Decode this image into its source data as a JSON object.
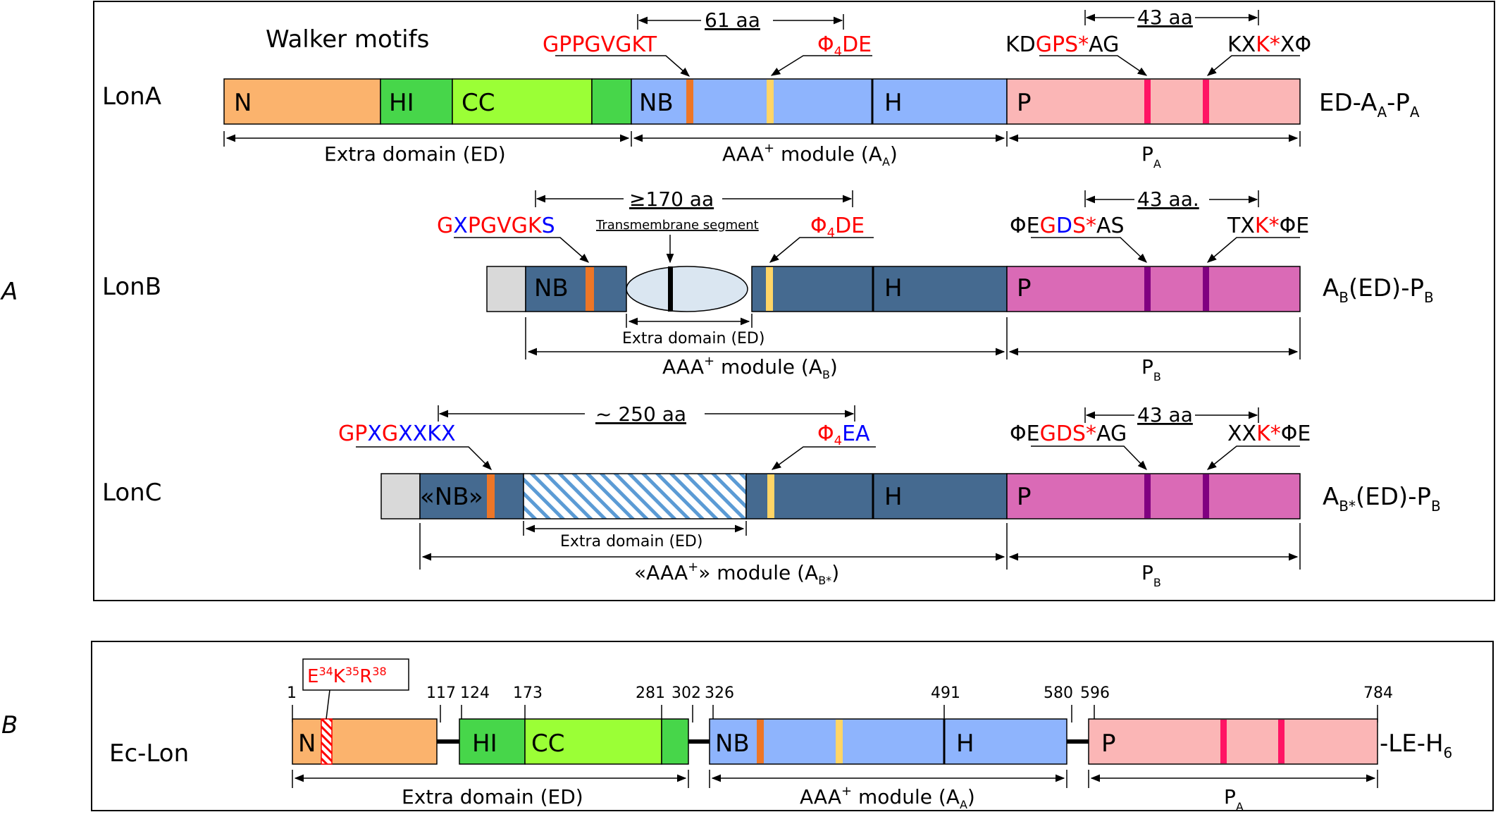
{
  "colors": {
    "lonA_N": "#fbb36d",
    "lonA_HI": "#47d64a",
    "lonA_CC": "#9bff36",
    "lonA_AAA": "#8eb4fd",
    "lonA_P": "#fbb6b6",
    "lonB_AAA": "#456a90",
    "lonB_P": "#da6ab6",
    "walkerA": "#ed7627",
    "walkerB": "#ffd566",
    "pA_mark": "#ff1464",
    "pB_mark": "#800080",
    "grey": "#d9d9d9",
    "ellipse": "#dae6f1",
    "motif_red": "#ff0000",
    "motif_blue": "#0000ff"
  },
  "panel_a": {
    "letter": "A",
    "walker_title": "Walker motifs",
    "lonA": {
      "name": "LonA",
      "dom_N": "N",
      "dom_HI": "HI",
      "dom_CC": "CC",
      "dom_NB": "NB",
      "dom_H": "H",
      "dom_P": "P",
      "span_61": "61 aa",
      "span_43": "43 aa",
      "motif_A": "GPPGVGKT",
      "motif_B_phi": "Φ",
      "motif_B_sub": "4",
      "motif_B_rest": "DE",
      "pA1_a": "KD",
      "pA1_b": "GPS*",
      "pA1_c": "AG",
      "pA2_a": "KX",
      "pA2_b": "K*",
      "pA2_c": "XΦ",
      "label_ED": "Extra domain (ED)",
      "label_AAA_a": "AAA",
      "label_AAA_sup": "+",
      "label_AAA_b": " module (A",
      "label_AAA_sub": "A",
      "label_AAA_c": ")",
      "label_P": "P",
      "label_P_sub": "A",
      "formula_a": "ED-A",
      "formula_sub1": "A",
      "formula_b": "-P",
      "formula_sub2": "A"
    },
    "lonB": {
      "name": "LonB",
      "dom_NB": "NB",
      "dom_H": "H",
      "dom_P": "P",
      "span_170": "≥170 aa",
      "span_43": "43 aa.",
      "transmembrane": "Transmembrane segment",
      "motif_A_a": "G",
      "motif_A_b": "X",
      "motif_A_c": "PGVGK",
      "motif_A_d": "S",
      "motif_B_phi": "Φ",
      "motif_B_sub": "4",
      "motif_B_rest": "DE",
      "pB1_a": "ΦE",
      "pB1_b": "G",
      "pB1_c": "D",
      "pB1_d": "S",
      "pB1_e": "*",
      "pB1_f": "AS",
      "pB2_a": "TX",
      "pB2_b": "K*",
      "pB2_c": "ΦE",
      "label_ED": "Extra domain (ED)",
      "label_AAA_a": "AAA",
      "label_AAA_sup": "+",
      "label_AAA_b": " module (A",
      "label_AAA_sub": "B",
      "label_AAA_c": ")",
      "label_P": "P",
      "label_P_sub": "B",
      "formula_a": "A",
      "formula_sub1": "B",
      "formula_b": "(ED)-P",
      "formula_sub2": "B"
    },
    "lonC": {
      "name": "LonC",
      "dom_NB": "«NB»",
      "dom_H": "H",
      "dom_P": "P",
      "span_250": "~ 250 aa",
      "span_43": "43 aa",
      "motif_A_a": "GP",
      "motif_A_b": "X",
      "motif_A_c": "G",
      "motif_A_d": "XXK",
      "motif_A_e": "X",
      "motif_B_phi": "Φ",
      "motif_B_sub": "4",
      "motif_B_rest": "EA",
      "pC1_a": "ΦE",
      "pC1_b": "GDS*",
      "pC1_c": "AG",
      "pC2_a": "XX",
      "pC2_b": "K*",
      "pC2_c": "ΦE",
      "label_ED": "Extra domain (ED)",
      "label_AAA_a": "«AAA",
      "label_AAA_sup": "+",
      "label_AAA_b": "» module (A",
      "label_AAA_sub": "B*",
      "label_AAA_c": ")",
      "label_P": "P",
      "label_P_sub": "B",
      "formula_a": "A",
      "formula_sub1": "B*",
      "formula_b": "(ED)-P",
      "formula_sub2": "B"
    }
  },
  "panel_b": {
    "letter": "B",
    "name": "Ec-Lon",
    "callout_E": "E",
    "callout_E_sup": "34",
    "callout_K": "K",
    "callout_K_sup": "35",
    "callout_R": "R",
    "callout_R_sup": "38",
    "pos_1": "1",
    "pos_117": "117",
    "pos_124": "124",
    "pos_173": "173",
    "pos_281": "281",
    "pos_302": "302",
    "pos_326": "326",
    "pos_491": "491",
    "pos_580": "580",
    "pos_596": "596",
    "pos_784": "784",
    "dom_N": "N",
    "dom_HI": "HI",
    "dom_CC": "CC",
    "dom_NB": "NB",
    "dom_H": "H",
    "dom_P": "P",
    "tag_a": "-LE-H",
    "tag_sub": "6",
    "label_ED": "Extra domain (ED)",
    "label_AAA_a": "AAA",
    "label_AAA_sup": "+",
    "label_AAA_b": " module (A",
    "label_AAA_sub": "A",
    "label_AAA_c": ")",
    "label_P": "P",
    "label_P_sub": "A"
  }
}
